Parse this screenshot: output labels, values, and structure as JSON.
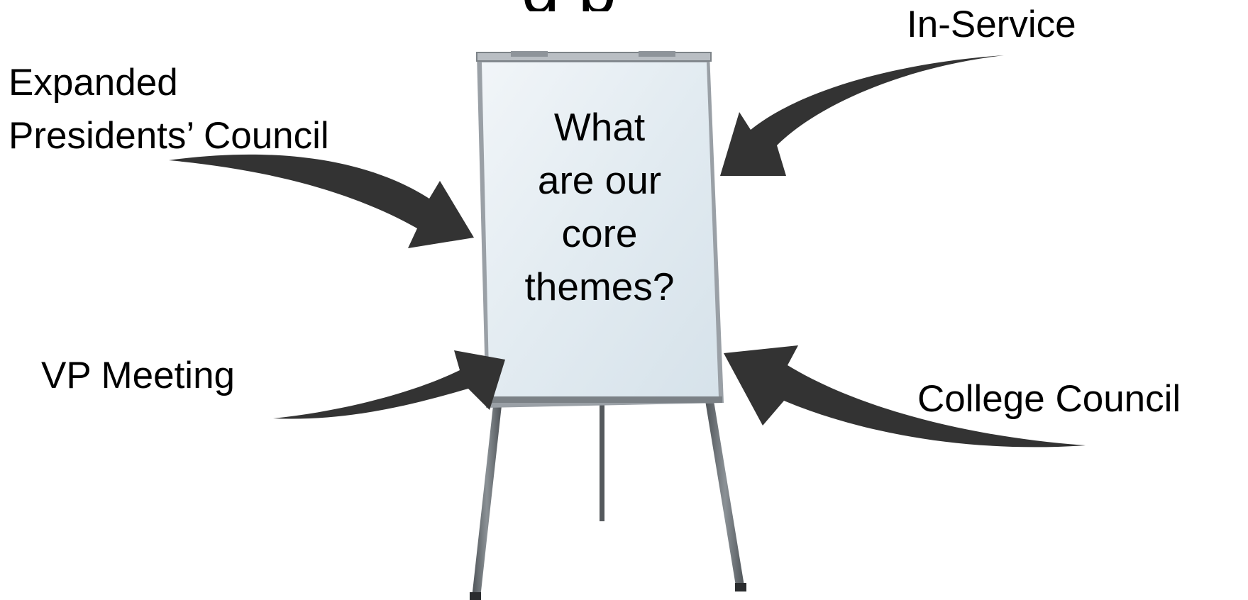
{
  "title_fragment": "g p",
  "board": {
    "question_lines": [
      "What",
      "are our",
      "core",
      "themes?"
    ]
  },
  "labels": {
    "in_service": "In-Service",
    "expanded_line1": "Expanded",
    "expanded_line2": "Presidents’ Council",
    "vp_meeting": "VP Meeting",
    "college_council": "College Council"
  },
  "colors": {
    "arrow": "#333333",
    "board_surface": "#e6eef3",
    "frame": "#8a9096",
    "legs": "#5f6468"
  }
}
